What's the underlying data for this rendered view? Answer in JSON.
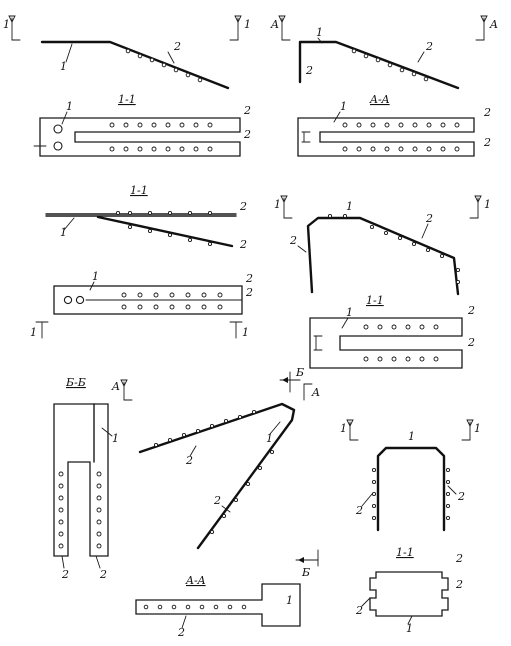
{
  "labels": {
    "part1": "1",
    "part2": "2",
    "sec_1_1": "1-1",
    "sec_A_A": "A-A",
    "sec_B_B": "Б-Б",
    "mark_1": "1",
    "mark_A": "A",
    "mark_B": "Б"
  }
}
